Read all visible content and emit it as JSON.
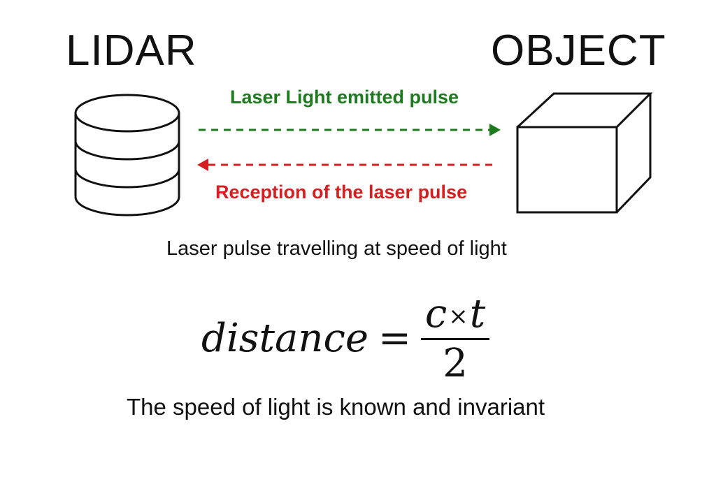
{
  "lidar_label": "LIDAR",
  "object_label": "OBJECT",
  "emitted_arrow_label": "Laser Light emitted pulse",
  "reception_arrow_label": "Reception of the laser pulse",
  "travel_caption": "Laser pulse travelling at speed of light",
  "formula": {
    "lhs": "distance",
    "equals": "=",
    "numerator_left": "c",
    "times": "×",
    "numerator_right": "t",
    "denominator": "2"
  },
  "invariant_caption": "The speed of light is known and invariant",
  "colors": {
    "emitted": "#1e7a1e",
    "reception": "#d42020",
    "ink": "#111111"
  },
  "icons": {
    "lidar": "database-cylinder-icon",
    "object": "cube-icon"
  }
}
